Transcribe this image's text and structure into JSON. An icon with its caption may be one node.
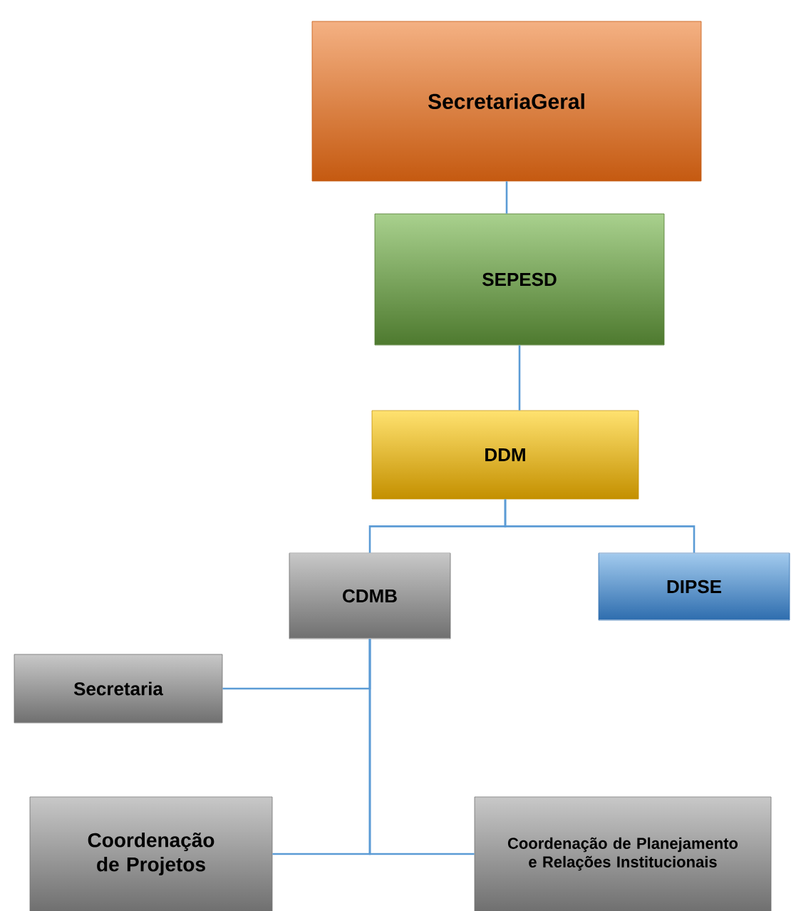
{
  "diagram": {
    "nodes": [
      {
        "text": [
          "SecretariaGeral"
        ]
      },
      {
        "text": [
          "SEPESD"
        ]
      },
      {
        "text": [
          "DDM"
        ]
      },
      {
        "text": [
          "CDMB"
        ]
      },
      {
        "text": [
          "DIPSE"
        ]
      },
      {
        "text": [
          "Secretaria"
        ]
      },
      {
        "text": [
          "Coordenação de Projetos"
        ]
      },
      {
        "text": [
          "Coordenação de Planejamento e Relações Institucionais"
        ]
      }
    ],
    "edges": [
      {
        "from": 0,
        "to": 1,
        "arrow": "none"
      },
      {
        "from": 1,
        "to": 2,
        "arrow": "none"
      },
      {
        "from": 2,
        "to": 3,
        "arrow": "none"
      },
      {
        "from": 2,
        "to": 4,
        "arrow": "none"
      },
      {
        "from": 3,
        "to": 5,
        "arrow": "none"
      },
      {
        "from": 3,
        "to": 6,
        "arrow": "none"
      },
      {
        "from": 3,
        "to": 7,
        "arrow": "none"
      }
    ]
  }
}
